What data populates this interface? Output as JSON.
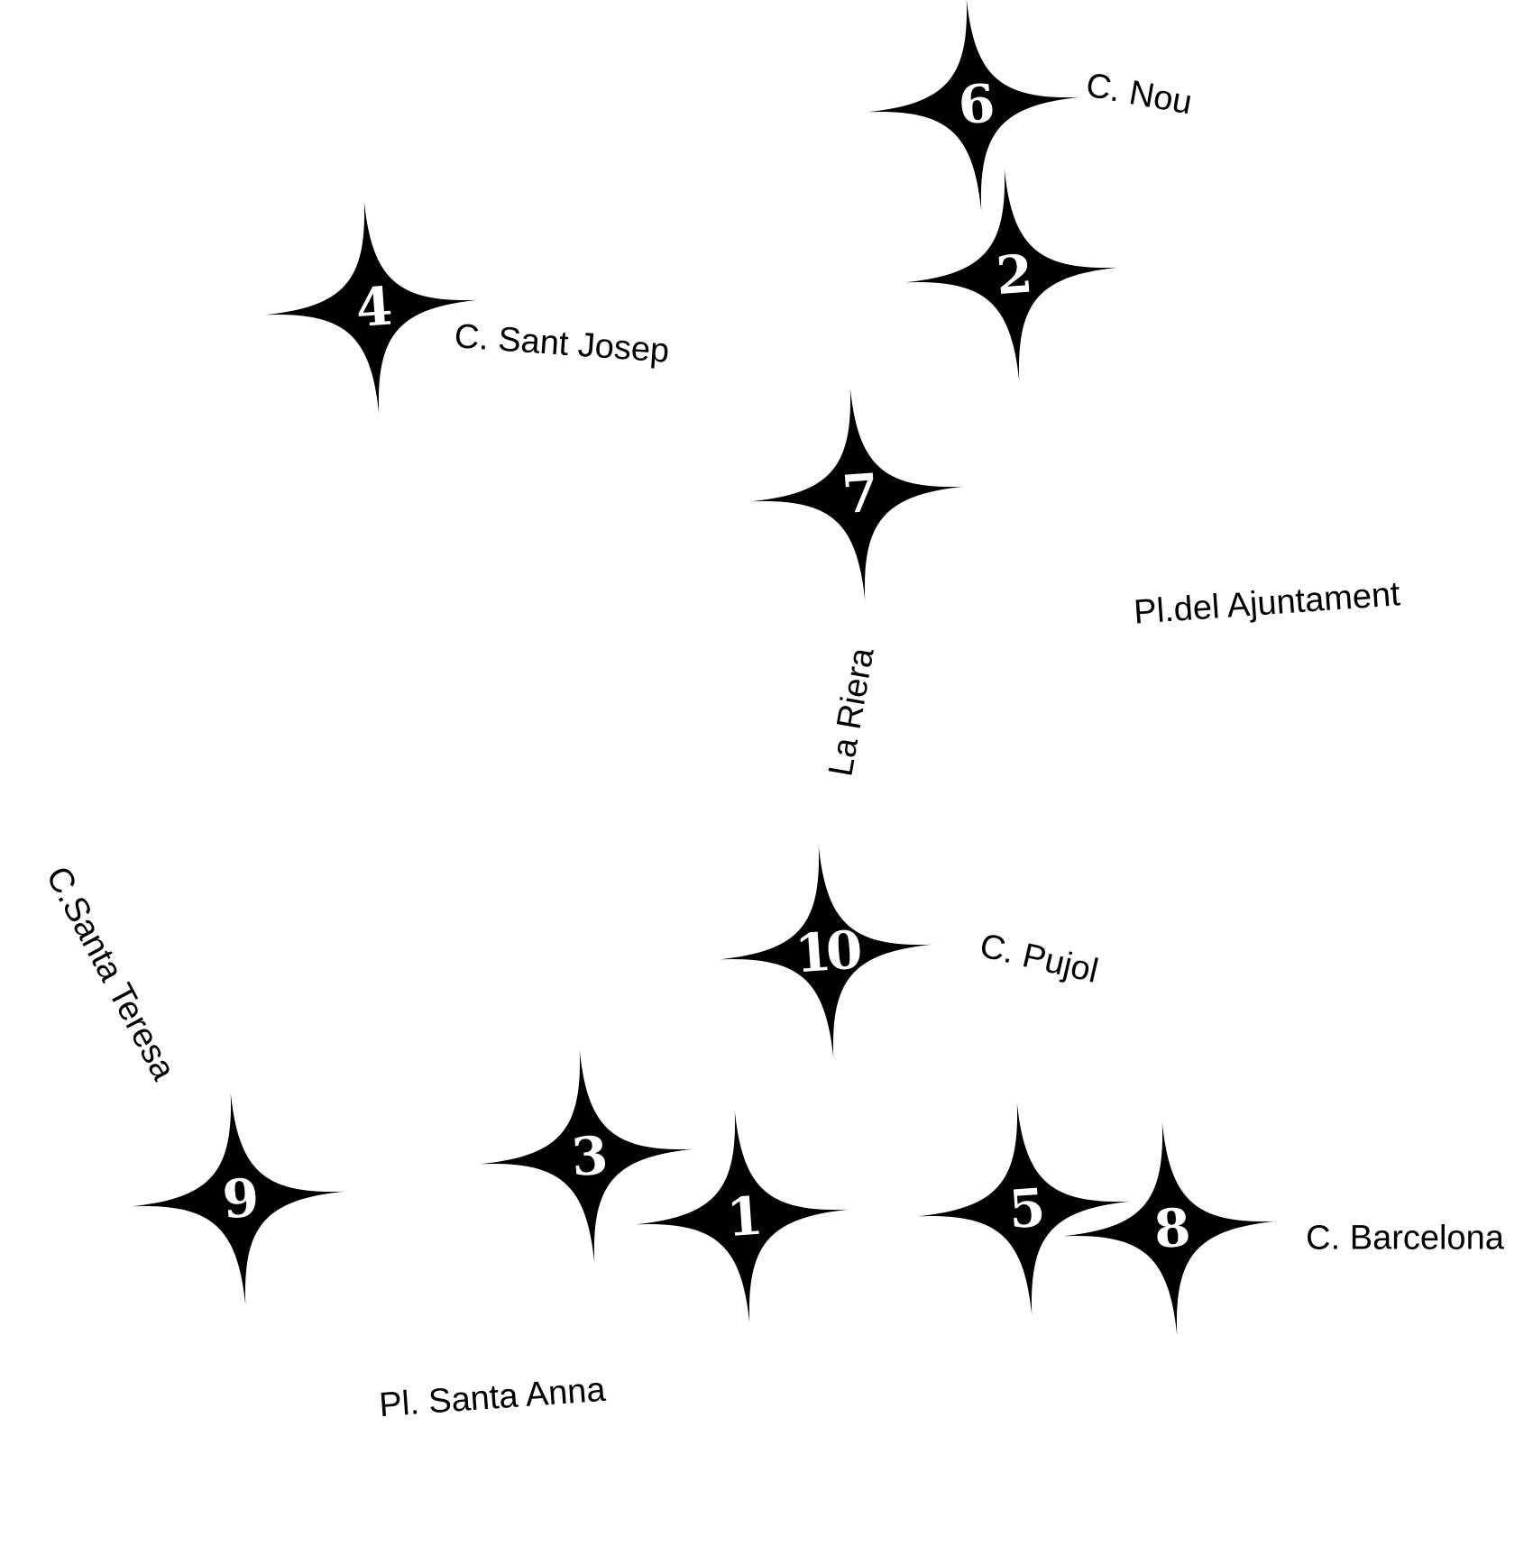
{
  "colors": {
    "marker": "#000000",
    "marker_text": "#ffffff",
    "label": "#000000",
    "background": "#ffffff"
  },
  "markers": [
    {
      "number": "6"
    },
    {
      "number": "2"
    },
    {
      "number": "4"
    },
    {
      "number": "7"
    },
    {
      "number": "10"
    },
    {
      "number": "3"
    },
    {
      "number": "1"
    },
    {
      "number": "9"
    },
    {
      "number": "5"
    },
    {
      "number": "8"
    }
  ],
  "streets": [
    {
      "name": "C. Nou"
    },
    {
      "name": "C. Sant Josep"
    },
    {
      "name": "Pl.del Ajuntament"
    },
    {
      "name": "La Riera"
    },
    {
      "name": "C.Santa Teresa"
    },
    {
      "name": "C. Pujol"
    },
    {
      "name": "C. Barcelona"
    },
    {
      "name": "Pl. Santa Anna"
    }
  ]
}
